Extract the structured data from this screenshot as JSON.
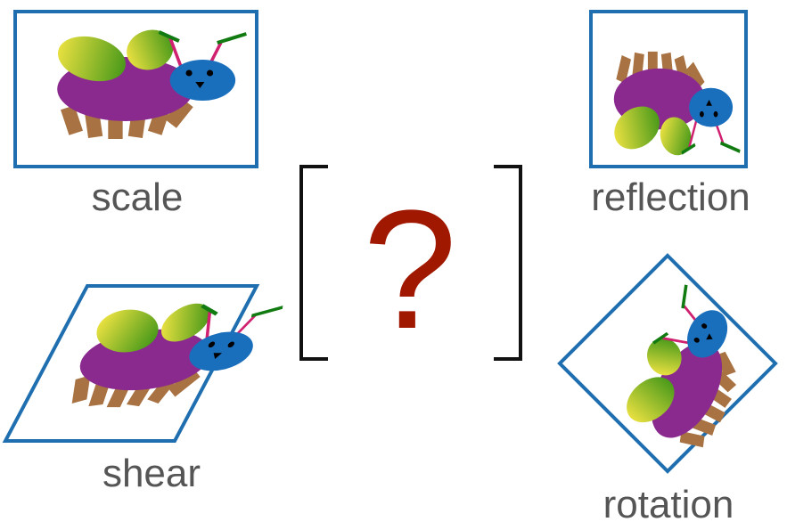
{
  "captions": {
    "scale": "scale",
    "shear": "shear",
    "reflection": "reflection",
    "rotation": "rotation"
  },
  "center": {
    "symbol": "?"
  },
  "colors": {
    "frame": "#1f6fb0",
    "body": "#8a2a8e",
    "head": "#1a6fbd",
    "legs": "#a87242",
    "antenna_stalk": "#d02070",
    "antenna_tip": "#117a11",
    "wing_light": "#e8e040",
    "wing_dark": "#4a9a1a",
    "question": "#a01800",
    "caption": "#555555",
    "bracket": "#111111"
  }
}
